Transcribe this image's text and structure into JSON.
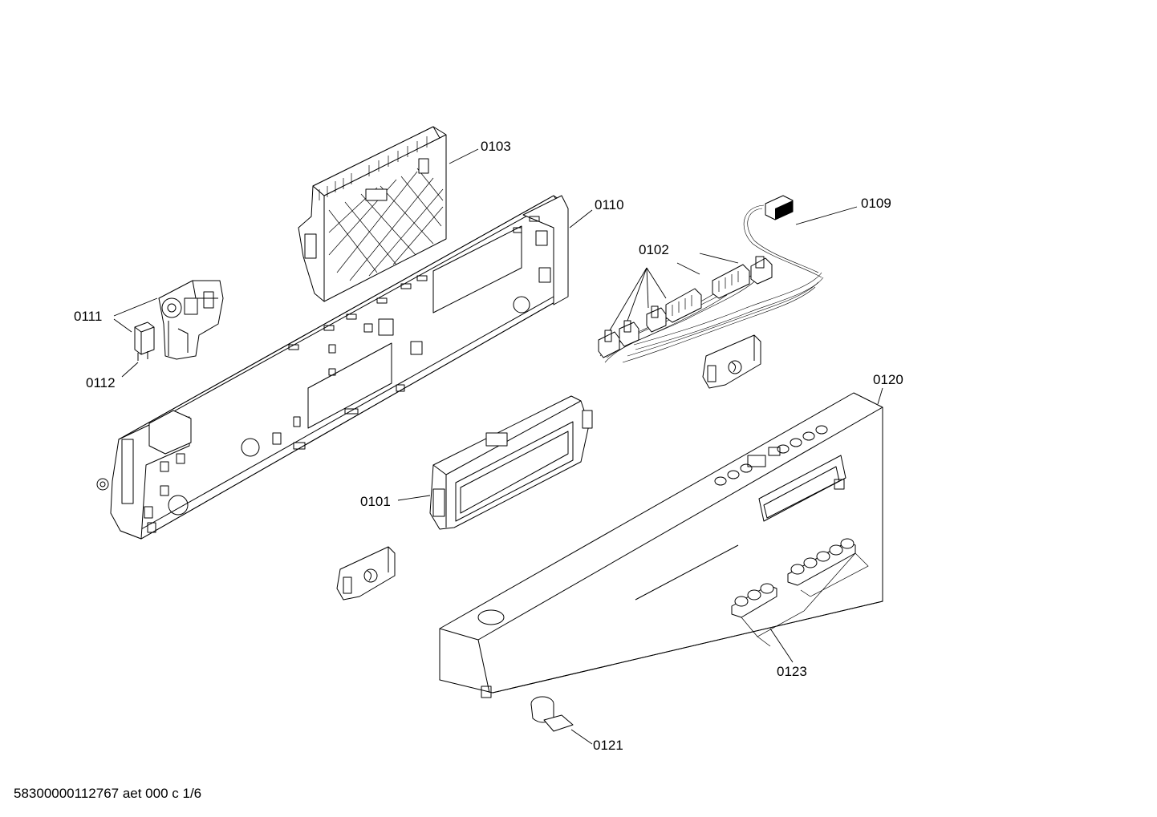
{
  "parts": [
    {
      "id": "0103",
      "label": "0103"
    },
    {
      "id": "0110",
      "label": "0110"
    },
    {
      "id": "0109",
      "label": "0109"
    },
    {
      "id": "0102",
      "label": "0102"
    },
    {
      "id": "0111",
      "label": "0111"
    },
    {
      "id": "0112",
      "label": "0112"
    },
    {
      "id": "0120",
      "label": "0120"
    },
    {
      "id": "0101",
      "label": "0101"
    },
    {
      "id": "0123",
      "label": "0123"
    },
    {
      "id": "0121",
      "label": "0121"
    }
  ],
  "footer": {
    "text": "58300000112767 aet 000 c 1/6"
  }
}
